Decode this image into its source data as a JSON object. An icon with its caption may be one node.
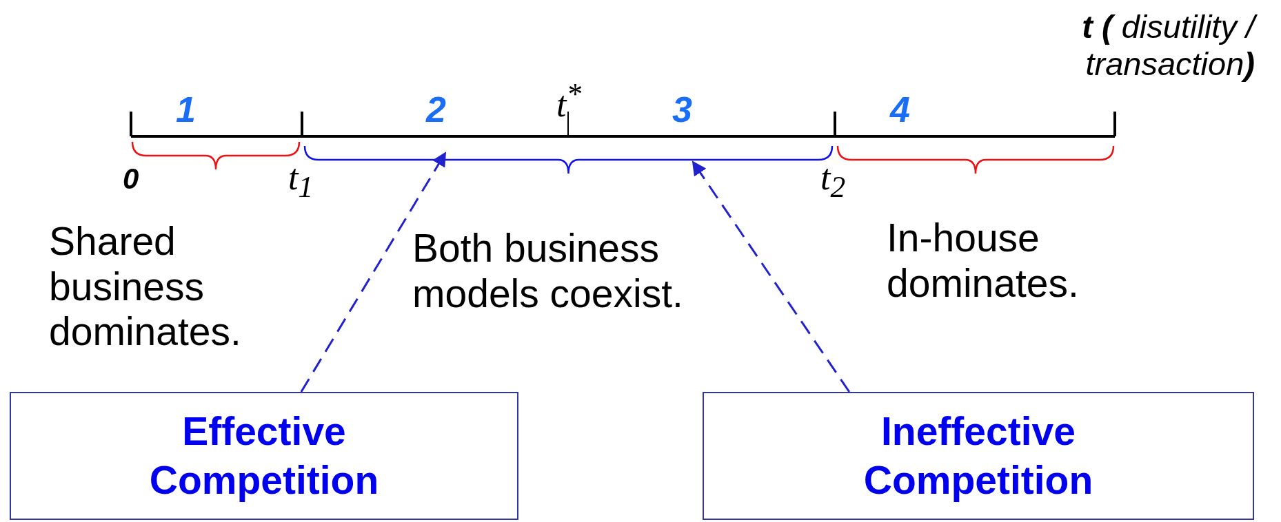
{
  "diagram": {
    "nodes": [
      {
        "text": [
          "Effective Competition"
        ]
      },
      {
        "text": [
          "Ineffective Competition"
        ]
      }
    ],
    "edges": [
      {
        "from": 0,
        "to": null,
        "arrow": "to",
        "style": "dashed"
      },
      {
        "from": 1,
        "to": null,
        "arrow": "to",
        "style": "dashed"
      }
    ],
    "labels": [
      "**t (** disutility / transaction**)**",
      "1",
      "2",
      "t$^{*}$",
      "3",
      "4",
      "0",
      "t$_{1}$",
      "t$_{2}$",
      "Shared business dominates.",
      "Both business models coexist.",
      "In-house dominates."
    ]
  }
}
